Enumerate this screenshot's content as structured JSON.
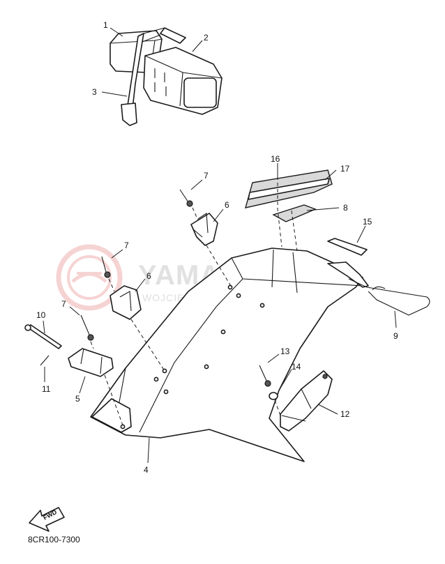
{
  "watermark": {
    "brand": "YAMASKLEP.PL",
    "subtitle": "WOJCIECHOWICZ | DEALER YAMAHA"
  },
  "direction_marker": "FWD",
  "diagram_code": "8CR100-7300",
  "callouts": [
    {
      "id": "1",
      "text": "1"
    },
    {
      "id": "2",
      "text": "2"
    },
    {
      "id": "3",
      "text": "3"
    },
    {
      "id": "16",
      "text": "16"
    },
    {
      "id": "17",
      "text": "17"
    },
    {
      "id": "7a",
      "text": "7"
    },
    {
      "id": "6a",
      "text": "6"
    },
    {
      "id": "8",
      "text": "8"
    },
    {
      "id": "15",
      "text": "15"
    },
    {
      "id": "7b",
      "text": "7"
    },
    {
      "id": "6b",
      "text": "6"
    },
    {
      "id": "9",
      "text": "9"
    },
    {
      "id": "10",
      "text": "10"
    },
    {
      "id": "7c",
      "text": "7"
    },
    {
      "id": "11",
      "text": "11"
    },
    {
      "id": "5",
      "text": "5"
    },
    {
      "id": "13",
      "text": "13"
    },
    {
      "id": "14",
      "text": "14"
    },
    {
      "id": "12",
      "text": "12"
    },
    {
      "id": "4",
      "text": "4"
    }
  ]
}
